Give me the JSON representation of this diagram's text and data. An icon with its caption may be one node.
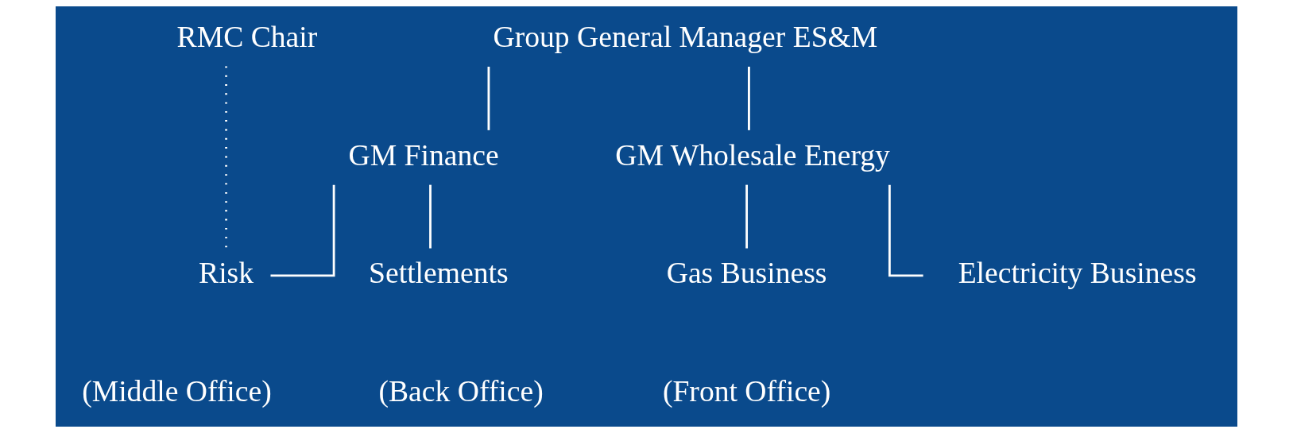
{
  "diagram": {
    "nodes": [
      {
        "text": [
          "RMC Chair"
        ]
      },
      {
        "text": [
          "Group General Manager ES&M"
        ]
      },
      {
        "text": [
          "GM Finance"
        ]
      },
      {
        "text": [
          "GM Wholesale Energy"
        ]
      },
      {
        "text": [
          "Risk"
        ]
      },
      {
        "text": [
          "Settlements"
        ]
      },
      {
        "text": [
          "Gas Business"
        ]
      },
      {
        "text": [
          "Electricity Business"
        ]
      }
    ],
    "edges": [
      {
        "from": 1,
        "to": 2,
        "arrow": "none"
      },
      {
        "from": 1,
        "to": 3,
        "arrow": "none"
      },
      {
        "from": 2,
        "to": 4,
        "arrow": "none"
      },
      {
        "from": 2,
        "to": 5,
        "arrow": "none"
      },
      {
        "from": 3,
        "to": 6,
        "arrow": "none"
      },
      {
        "from": 3,
        "to": 7,
        "arrow": "none"
      },
      {
        "from": 0,
        "to": 4,
        "arrow": "none",
        "style": "dashed"
      }
    ],
    "labels": [
      "(Middle Office)",
      "(Back Office)",
      "(Front Office)"
    ]
  }
}
